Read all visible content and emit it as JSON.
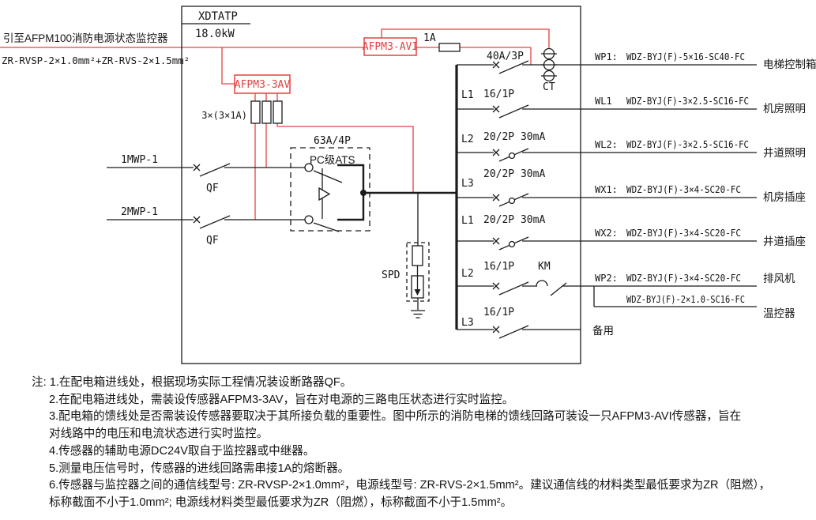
{
  "title_block": {
    "panel_id": "XDTATP",
    "capacity": "18.0kW"
  },
  "monitor": {
    "lead_text": "引至AFPM100消防电源状态监控器",
    "cable_spec": "ZR-RVSP-2×1.0mm²+ZR-RVS-2×1.5mm²"
  },
  "sensors": {
    "feeder_sensor": "AFPM3-AVI",
    "incoming_sensor": "AFPM3-3AV",
    "fuse_rating": "1A",
    "fuse_group_rating": "3×(3×1A)",
    "ct_label": "CT"
  },
  "incoming": {
    "source1": "1MWP-1",
    "source2": "2MWP-1",
    "breaker1": "QF",
    "breaker2": "QF",
    "ats_rating": "63A/4P",
    "ats_type": "PC级ATS",
    "spd_label": "SPD"
  },
  "feeders": {
    "wp1": {
      "rating": "40A/3P",
      "id": "WP1:",
      "cable": "WDZ-BYJ(F)-5×16-SC40-FC",
      "load": "电梯控制箱"
    },
    "wl1": {
      "phase": "L1",
      "rating": "16/1P",
      "id": "WL1",
      "cable": "WDZ-BYJ(F)-3×2.5-SC16-FC",
      "load": "机房照明"
    },
    "wl2": {
      "phase": "L2",
      "rating": "20/2P 30mA",
      "id": "WL2:",
      "cable": "WDZ-BYJ(F)-3×2.5-SC16-FC",
      "load": "井道照明"
    },
    "wx1": {
      "phase": "L3",
      "rating": "20/2P 30mA",
      "id": "WX1:",
      "cable": "WDZ-BYJ(F)-3×4-SC20-FC",
      "load": "机房插座"
    },
    "wx2": {
      "phase": "L1",
      "rating": "20/2P 30mA",
      "id": "WX2:",
      "cable": "WDZ-BYJ(F)-3×4-SC20-FC",
      "load": "井道插座"
    },
    "wp2": {
      "phase": "L2",
      "rating": "16/1P",
      "contactor": "KM",
      "id": "WP2:",
      "cable": "WDZ-BYJ(F)-3×4-SC20-FC",
      "load": "排风机",
      "aux_cable": "WDZ-BYJ(F)-2×1.0-SC16-FC",
      "aux_load": "温控器"
    },
    "spare": {
      "phase": "L3",
      "rating": "16/1P",
      "load": "备用"
    }
  },
  "colors": {
    "line": "#1b1b1b",
    "accent_red": "#e54040"
  },
  "notes": [
    "注: 1.在配电箱进线处，根据现场实际工程情况装设断路器QF。",
    "2.在配电箱进线处，需装设传感器AFPM3-3AV，旨在对电源的三路电压状态进行实时监控。",
    "3.配电箱的馈线处是否需装设传感器要取决于其所接负载的重要性。图中所示的消防电梯的馈线回路可装设一只AFPM3-AVI传感器，旨在",
    "对线路中的电压和电流状态进行实时监控。",
    "4.传感器的辅助电源DC24V取自于监控器或中继器。",
    "5.测量电压信号时，传感器的进线回路需串接1A的熔断器。",
    "6.传感器与监控器之间的通信线型号: ZR-RVSP-2×1.0mm²，电源线型号: ZR-RVS-2×1.5mm²。建议通信线的材料类型最低要求为ZR（阻燃），",
    "标称截面不小于1.0mm²; 电源线材料类型最低要求为ZR（阻燃），标称截面不小于1.5mm²。"
  ]
}
